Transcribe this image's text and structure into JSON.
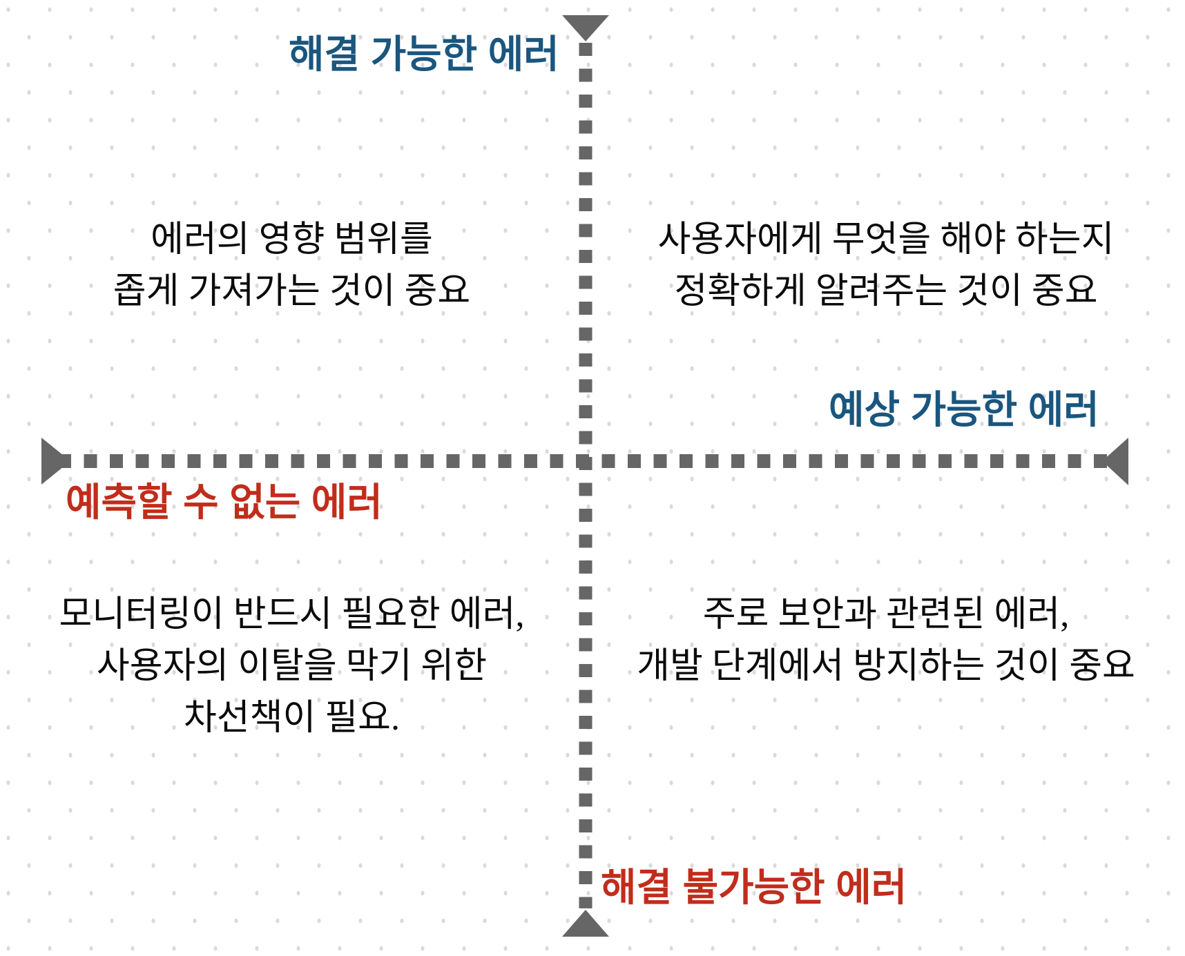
{
  "diagram": {
    "axis_labels": {
      "top": {
        "text": "해결 가능한 에러",
        "color": "#1a567e"
      },
      "right": {
        "text": "예상 가능한 에러",
        "color": "#1a567e"
      },
      "left": {
        "text": "예측할 수 없는 에러",
        "color": "#c12d1b"
      },
      "bottom": {
        "text": "해결 불가능한 에러",
        "color": "#c12d1b"
      }
    },
    "quadrants": {
      "top_left": {
        "lines": [
          "에러의 영향 범위를",
          "좁게 가져가는 것이 중요"
        ]
      },
      "top_right": {
        "lines": [
          "사용자에게 무엇을 해야 하는지",
          "정확하게 알려주는 것이 중요"
        ]
      },
      "bottom_left": {
        "lines": [
          "모니터링이 반드시 필요한 에러,",
          "사용자의 이탈을 막기 위한",
          "차선책이 필요."
        ]
      },
      "bottom_right": {
        "lines": [
          "주로 보안과 관련된 에러,",
          "개발 단계에서 방지하는 것이 중요"
        ]
      }
    },
    "colors": {
      "axis_gray": "#666666",
      "label_blue": "#1a567e",
      "label_red": "#c12d1b",
      "body_text": "#0b0b0b",
      "dot_grid": "#dadada"
    }
  }
}
